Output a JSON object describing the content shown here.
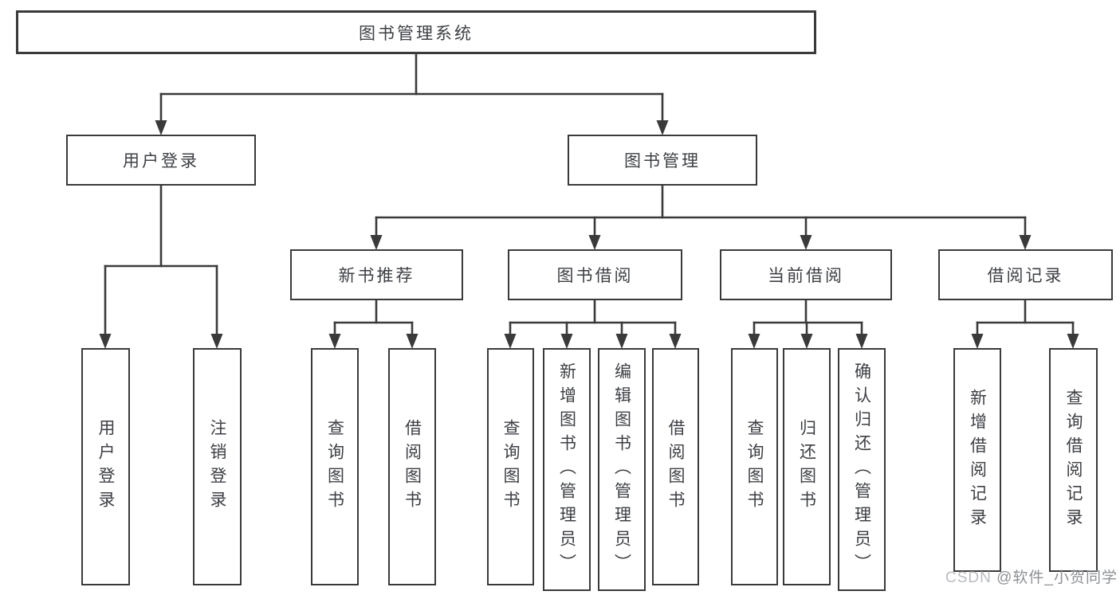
{
  "tree": {
    "label": "图书管理系统",
    "children": [
      {
        "label": "用户登录",
        "children": [
          {
            "label": "用户登录"
          },
          {
            "label": "注销登录"
          }
        ]
      },
      {
        "label": "图书管理",
        "children": [
          {
            "label": "新书推荐",
            "children": [
              {
                "label": "查询图书"
              },
              {
                "label": "借阅图书"
              }
            ]
          },
          {
            "label": "图书借阅",
            "children": [
              {
                "label": "查询图书"
              },
              {
                "label": "新增图书（管理员）"
              },
              {
                "label": "编辑图书（管理员）"
              },
              {
                "label": "借阅图书"
              }
            ]
          },
          {
            "label": "当前借阅",
            "children": [
              {
                "label": "查询图书"
              },
              {
                "label": "归还图书"
              },
              {
                "label": "确认归还（管理员）"
              }
            ]
          },
          {
            "label": "借阅记录",
            "children": [
              {
                "label": "新增借阅记录"
              },
              {
                "label": "查询借阅记录"
              }
            ]
          }
        ]
      }
    ]
  },
  "watermark": {
    "brand": "CSDN ",
    "handle": "@软件_小贺同学"
  },
  "colors": {
    "line": "#3a3a3a",
    "text": "#3c3f44",
    "watermark_brand": "#b9bcc0",
    "watermark_handle": "#8d9094"
  }
}
